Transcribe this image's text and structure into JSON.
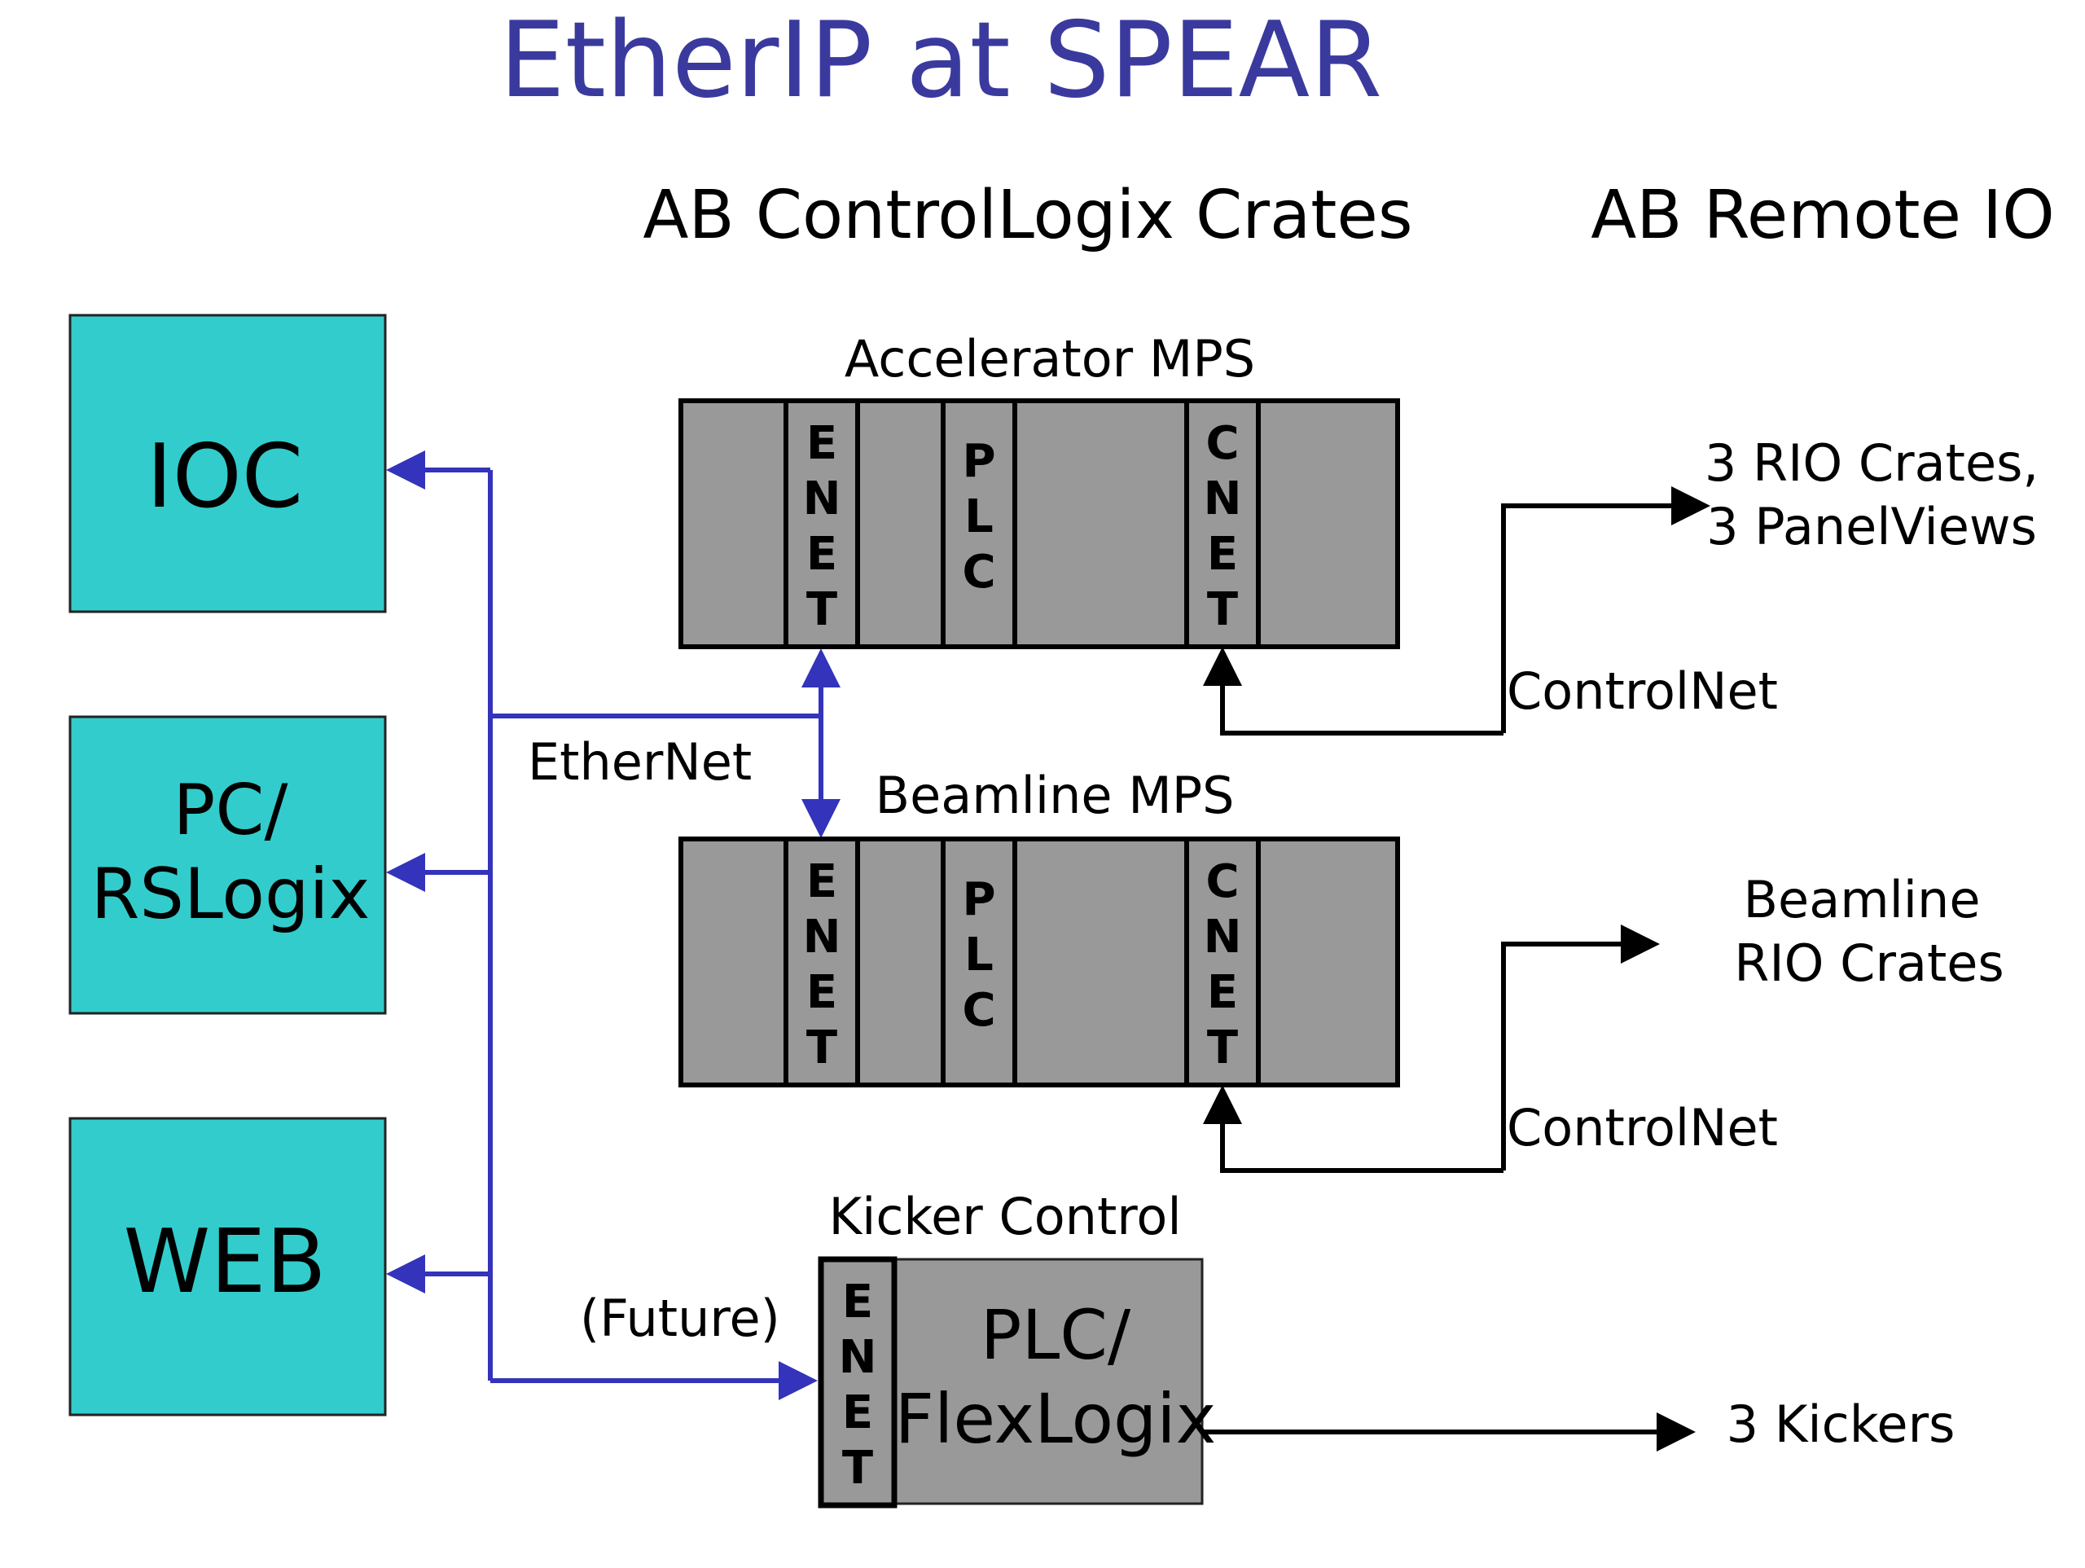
{
  "title": "EtherIP at SPEAR",
  "headers": {
    "crates": "AB ControlLogix Crates",
    "remote": "AB Remote IO"
  },
  "left_boxes": {
    "ioc": "IOC",
    "pc_line1": "PC/",
    "pc_line2": "RSLogix",
    "web": "WEB"
  },
  "crates": {
    "accelerator": {
      "label": "Accelerator MPS",
      "slot_enet": [
        "E",
        "N",
        "E",
        "T"
      ],
      "slot_plc": [
        "P",
        "L",
        "C"
      ],
      "slot_cnet": [
        "C",
        "N",
        "E",
        "T"
      ]
    },
    "beamline": {
      "label": "Beamline MPS",
      "slot_enet": [
        "E",
        "N",
        "E",
        "T"
      ],
      "slot_plc": [
        "P",
        "L",
        "C"
      ],
      "slot_cnet": [
        "C",
        "N",
        "E",
        "T"
      ]
    },
    "kicker": {
      "label": "Kicker Control",
      "slot_enet": [
        "E",
        "N",
        "E",
        "T"
      ],
      "body_line1": "PLC/",
      "body_line2": "FlexLogix"
    }
  },
  "network_labels": {
    "ethernet": "EtherNet",
    "future": "(Future)",
    "controlnet_1": "ControlNet",
    "controlnet_2": "ControlNet"
  },
  "destinations": {
    "rio_line1": "3 RIO Crates,",
    "rio_line2": "3 PanelViews",
    "beamline_line1": "Beamline",
    "beamline_line2": "RIO Crates",
    "kickers": "3 Kickers"
  },
  "colors": {
    "title": "#3a3a9e",
    "box_fill": "#33cccc",
    "crate_fill": "#999999",
    "ethernet_line": "#3333bb",
    "controlnet_line": "#000000"
  }
}
